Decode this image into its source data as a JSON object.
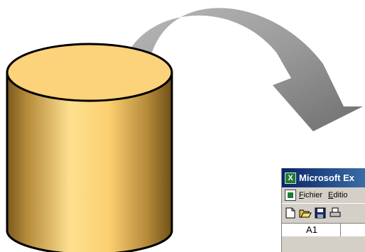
{
  "excel": {
    "window_title": "Microsoft Ex",
    "menu": {
      "fichier_first": "F",
      "fichier_rest": "ichier",
      "edition_first": "E",
      "edition_rest": "ditio"
    },
    "name_box": "A1"
  },
  "colors": {
    "cylinder_light": "#fcd27a",
    "cylinder_dark": "#7a5a1e",
    "arrow": "#9a9a9a",
    "title_bar": "#0a246a"
  },
  "icons": [
    "database-cylinder-icon",
    "curved-arrow-icon",
    "excel-app-icon",
    "new-file-icon",
    "open-folder-icon",
    "save-icon",
    "print-icon"
  ]
}
